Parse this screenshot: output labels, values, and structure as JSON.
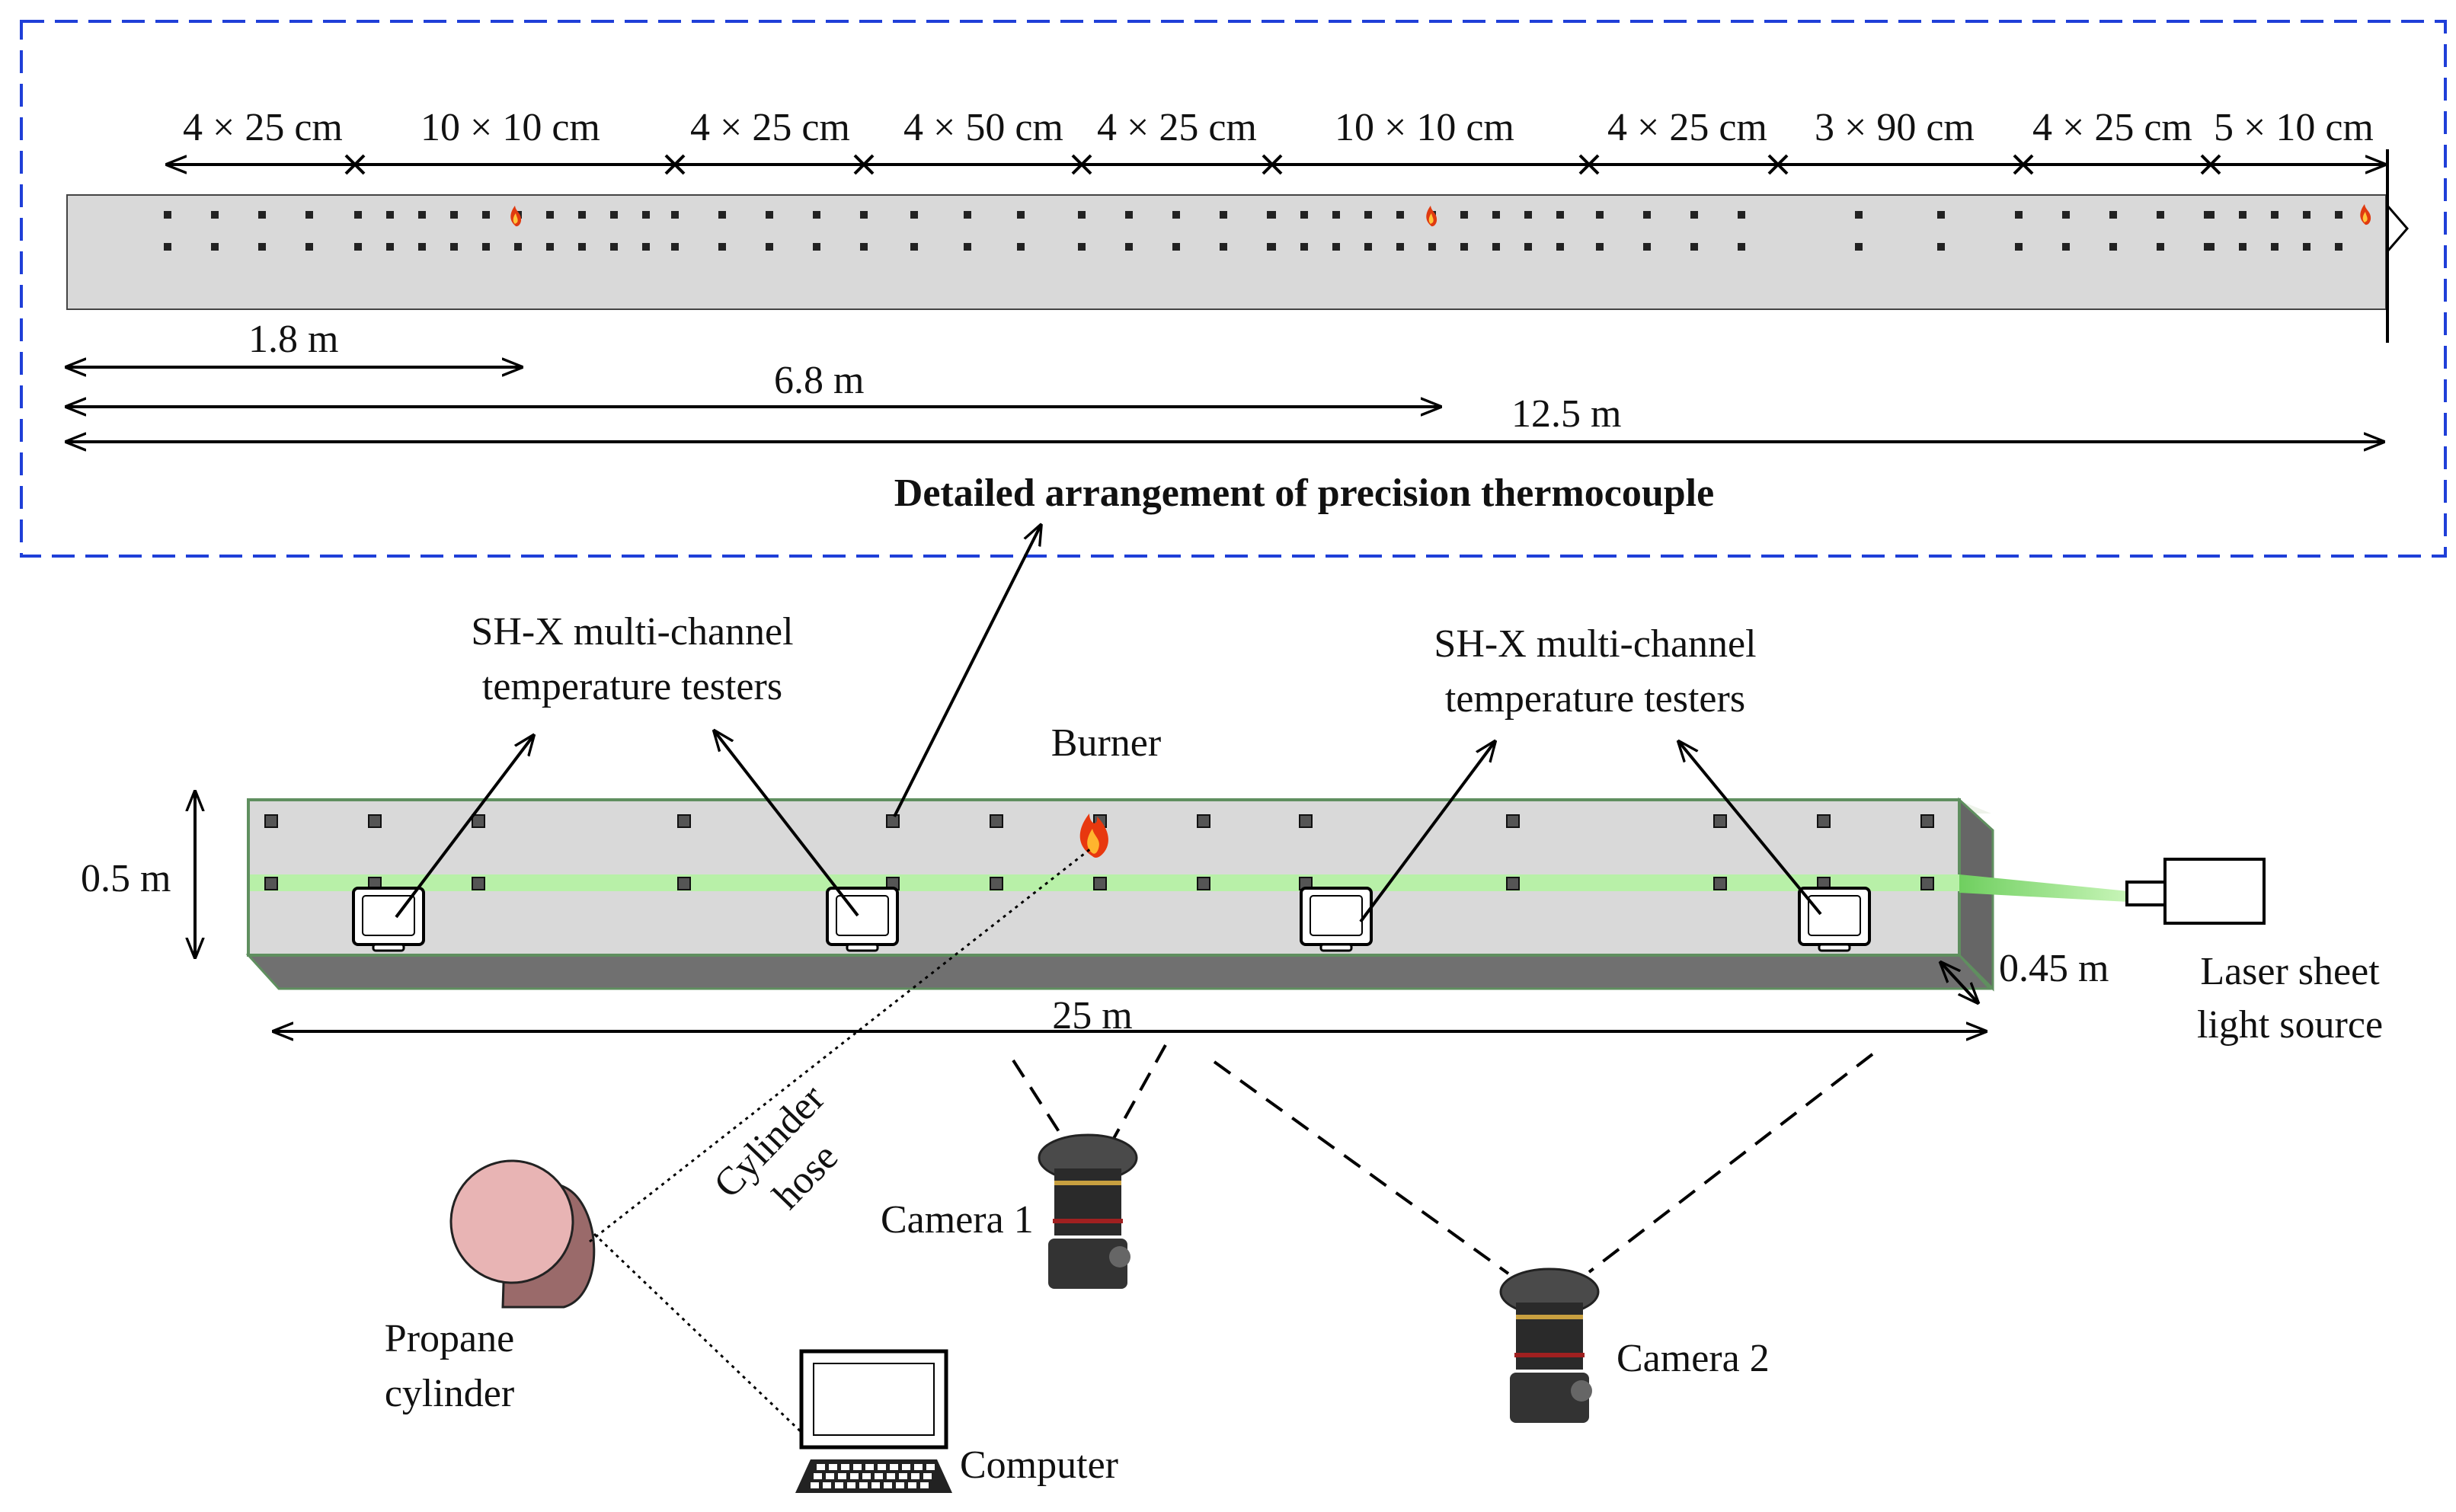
{
  "detail": {
    "segments": [
      "4 × 25 cm",
      "10 × 10 cm",
      "4 × 25 cm",
      "4 × 50 cm",
      "4 × 25 cm",
      "10 × 10 cm",
      "4 × 25 cm",
      "3 × 90 cm",
      "4 × 25 cm",
      "5 × 10 cm"
    ],
    "dim_1": "1.8 m",
    "dim_2": "6.8 m",
    "dim_3": "12.5 m",
    "caption": "Detailed arrangement of precision thermocouple"
  },
  "labels": {
    "testers_left": [
      "SH-X multi-channel",
      "temperature testers"
    ],
    "testers_right": [
      "SH-X multi-channel",
      "temperature testers"
    ],
    "burner": "Burner",
    "height": "0.5 m",
    "width": "0.45 m",
    "length": "25 m",
    "laser": [
      "Laser sheet",
      "light source"
    ],
    "hose": [
      "Cylinder",
      "hose"
    ],
    "camera1": "Camera 1",
    "camera2": "Camera 2",
    "propane": [
      "Propane",
      "cylinder"
    ],
    "computer": "Computer"
  },
  "colors": {
    "frame": "#1f3fd8",
    "tunnel_fill": "#d9d9d9",
    "tunnel_edge": "#5f8f5f",
    "laser": "#b8f0a8",
    "cylinder": "#e8b4b4"
  }
}
